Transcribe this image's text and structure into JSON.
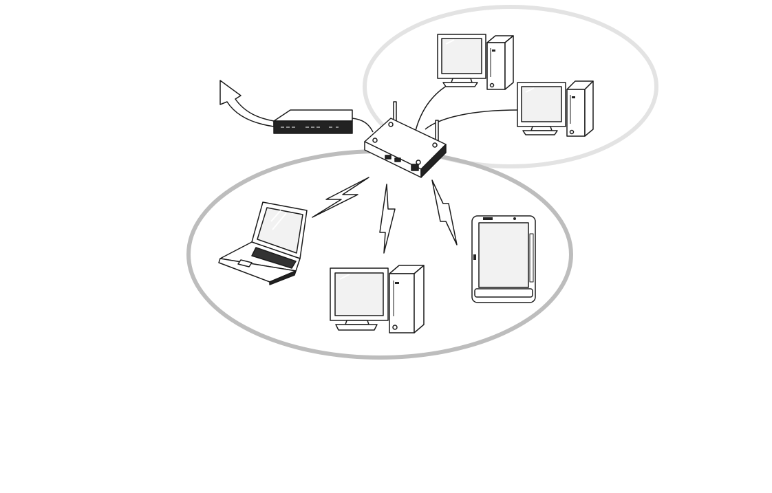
{
  "diagram": {
    "title": "",
    "zones": [
      {
        "name": "wired-zone",
        "stroke": "#e3e3e3"
      },
      {
        "name": "wireless-zone",
        "stroke": "#bdbdbd"
      }
    ],
    "nodes": [
      {
        "name": "internet-arrow-icon"
      },
      {
        "name": "modem-icon"
      },
      {
        "name": "wireless-access-point-icon"
      },
      {
        "name": "wired-desktop-1-icon"
      },
      {
        "name": "wired-desktop-2-icon"
      },
      {
        "name": "laptop-icon"
      },
      {
        "name": "wireless-desktop-icon"
      },
      {
        "name": "tablet-pc-icon"
      }
    ],
    "connections": [
      {
        "type": "cable",
        "from": "modem",
        "to": "access-point"
      },
      {
        "type": "cable",
        "from": "access-point",
        "to": "wired-desktop-1"
      },
      {
        "type": "cable",
        "from": "access-point",
        "to": "wired-desktop-2"
      },
      {
        "type": "wireless",
        "from": "access-point",
        "to": "laptop"
      },
      {
        "type": "wireless",
        "from": "access-point",
        "to": "wireless-desktop"
      },
      {
        "type": "wireless",
        "from": "access-point",
        "to": "tablet-pc"
      }
    ],
    "colors": {
      "line": "#1a1a1a",
      "fill": "#ffffff",
      "screen": "#f2f2f2",
      "dark": "#222222"
    }
  }
}
